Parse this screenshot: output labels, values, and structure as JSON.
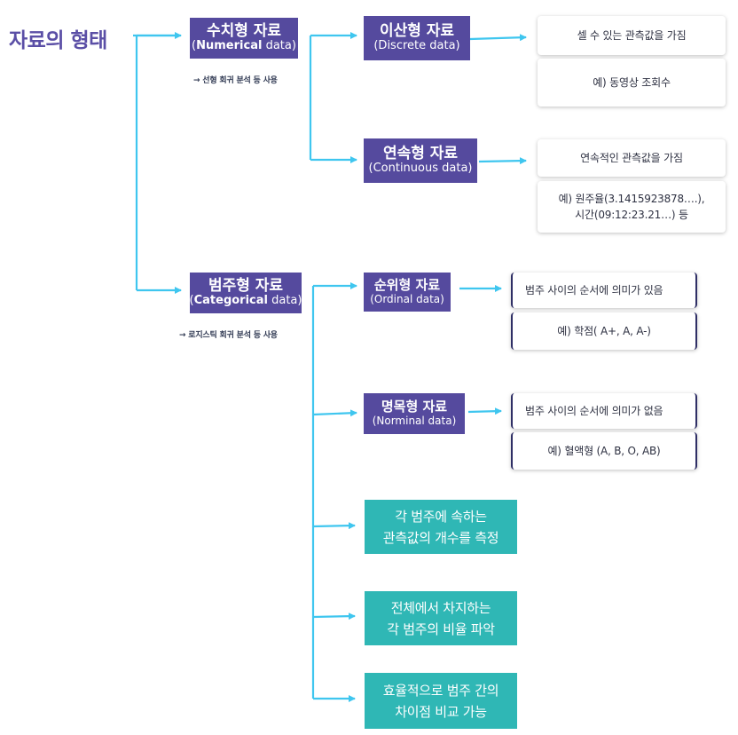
{
  "title": "자료의 형태",
  "numerical": {
    "title": "수치형 자료",
    "subtitle_open": "(",
    "subtitle_bold": "Numerical",
    "subtitle_rest": " data)",
    "note": "→ 선형 회귀 분석 등 사용",
    "discrete": {
      "title": "이산형 자료",
      "subtitle": "(Discrete data)",
      "desc": "셀 수 있는 관측값을 가짐",
      "example": "예) 동영상 조회수"
    },
    "continuous": {
      "title": "연속형 자료",
      "subtitle": "(Continuous data)",
      "desc": "연속적인 관측값을 가짐",
      "example_line1": "예) 원주율(3.1415923878….),",
      "example_line2": "시간(09:12:23.21…) 등"
    }
  },
  "categorical": {
    "title": "범주형 자료",
    "subtitle_open": "(",
    "subtitle_bold": "Categorical",
    "subtitle_rest": " data)",
    "note": "→ 로지스틱 회귀 분석 등 사용",
    "ordinal": {
      "title": "순위형 자료",
      "subtitle": "(Ordinal data)",
      "desc": "범주 사이의 순서에 의미가 있음",
      "example": "예) 학점( A+, A, A-)"
    },
    "nominal": {
      "title": "명목형 자료",
      "subtitle": "(Norminal data)",
      "desc": "범주 사이의 순서에 의미가 없음",
      "example": "예) 혈액형 (A, B, O, AB)"
    },
    "features": [
      {
        "line1": "각 범주에 속하는",
        "line2": "관측값의 개수를 측정"
      },
      {
        "line1": "전체에서 차지하는",
        "line2": "각 범주의 비율 파악"
      },
      {
        "line1": "효율적으로 범주 간의",
        "line2": "차이점 비교 가능"
      }
    ]
  },
  "colors": {
    "category_box": "#554a9e",
    "feature_box": "#2fb7b5",
    "connector": "#3fc6ef",
    "title": "#5b4fa6"
  }
}
